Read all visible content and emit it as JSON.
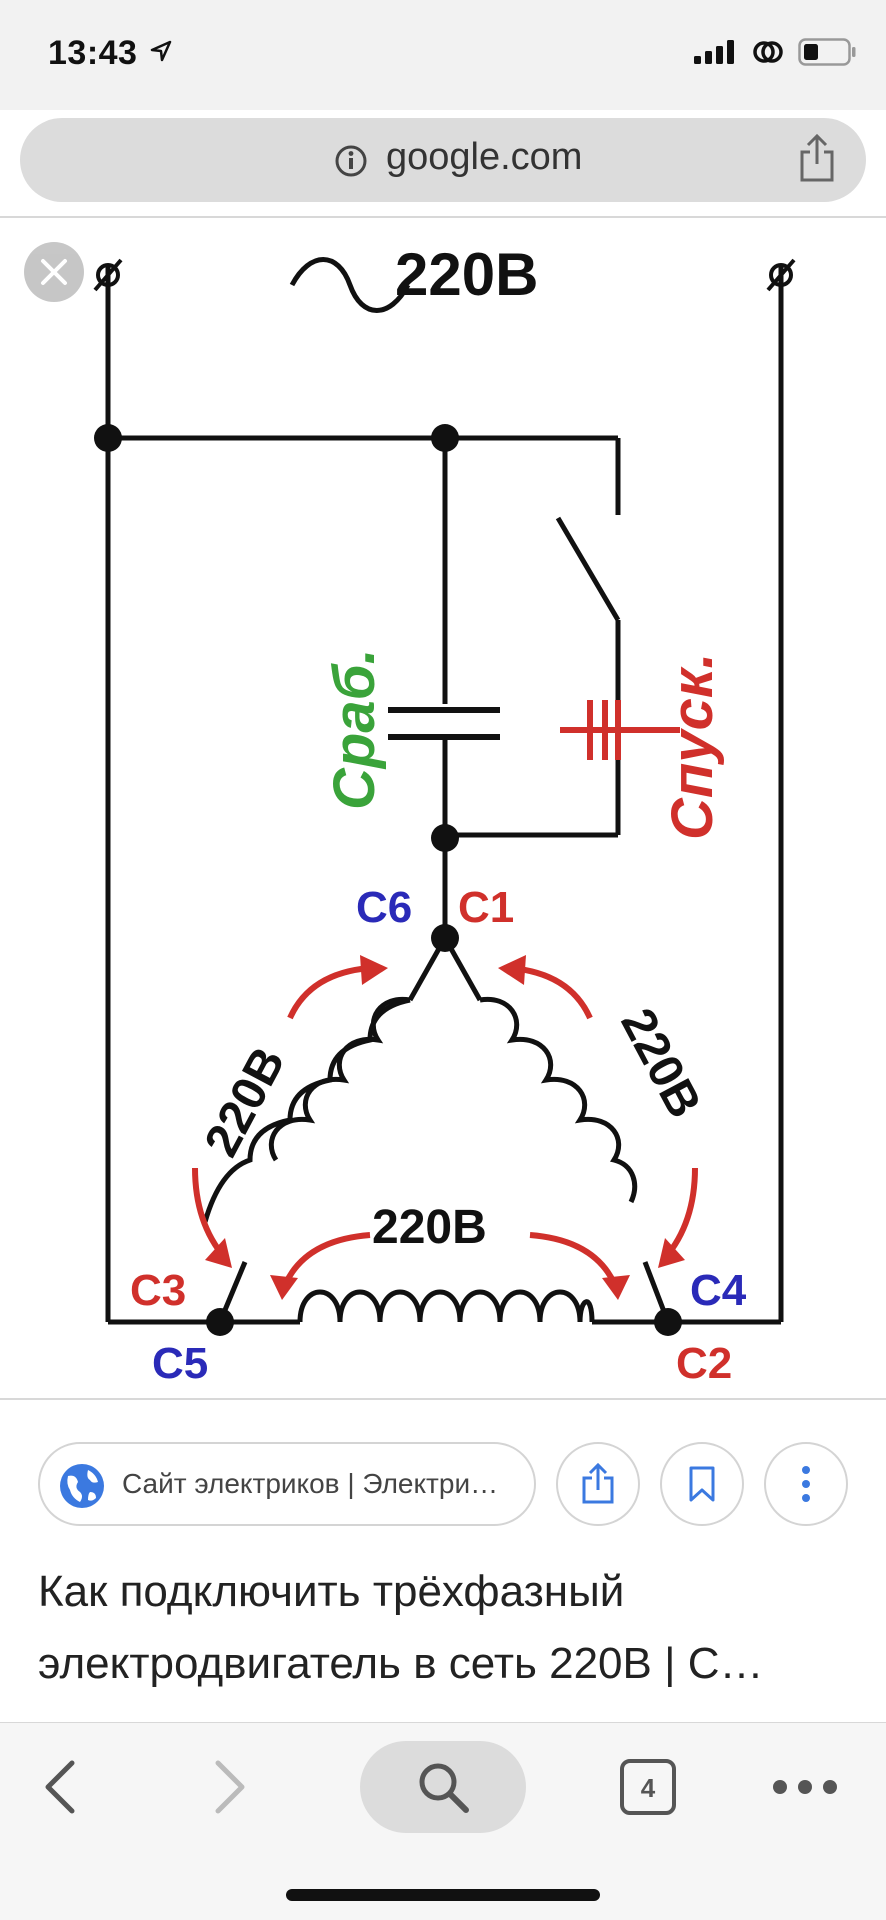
{
  "status": {
    "time": "13:43",
    "icons": [
      "location-arrow-icon",
      "signal-icon",
      "wifi-icon",
      "battery-icon"
    ]
  },
  "browser": {
    "url": "google.com",
    "icons": [
      "info-icon",
      "share-icon"
    ]
  },
  "diagram": {
    "supply_label": "220В",
    "cap_run_label": "Сраб.",
    "cap_start_label": "Спуск.",
    "terminals": {
      "c6": "С6",
      "c1": "С1",
      "c3": "С3",
      "c5": "С5",
      "c4": "С4",
      "c2": "С2"
    },
    "winding_voltage_left": "220В",
    "winding_voltage_right": "220В",
    "winding_voltage_bottom": "220В",
    "colors": {
      "green": "#3aa33a",
      "red": "#d0302b",
      "blue": "#2a2ab8",
      "black": "#111111"
    }
  },
  "result": {
    "source": "Сайт электриков | Электри…",
    "title_line1": "Как подключить трёхфазный",
    "title_line2": "электродвигатель в сеть 220В | С…"
  },
  "toolbar": {
    "tab_count": "4",
    "icons": [
      "back-icon",
      "forward-icon",
      "search-icon",
      "tabs-icon",
      "more-icon"
    ]
  }
}
